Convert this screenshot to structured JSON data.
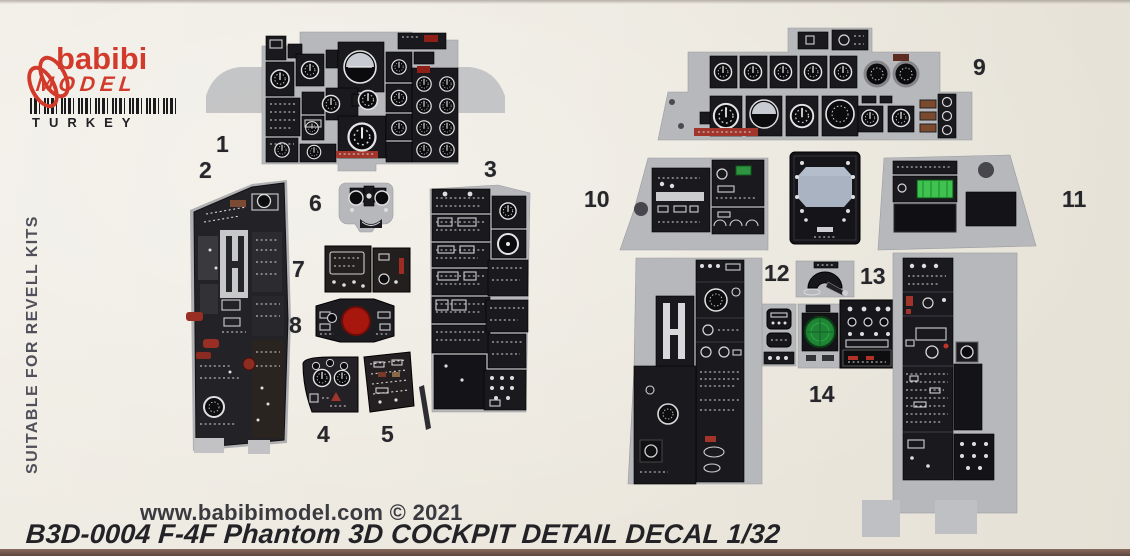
{
  "logo": {
    "brand": "babibi",
    "type": "MODEL",
    "country": "TURKEY"
  },
  "side_note": "SUITABLE FOR REVELL KITS",
  "parts": {
    "p1": "1",
    "p2": "2",
    "p3": "3",
    "p4": "4",
    "p5": "5",
    "p6": "6",
    "p7": "7",
    "p8": "8",
    "p9": "9",
    "p10": "10",
    "p11": "11",
    "p12": "12",
    "p13": "13",
    "p14": "14"
  },
  "footer": {
    "url_line": "www.babibimodel.com © 2021",
    "product_line": "B3D-0004 F-4F Phantom 3D COCKPIT DETAIL DECAL 1/32"
  },
  "colors": {
    "background": "#ebe7dd",
    "brand_red": "#d23b2b",
    "sheet_grey": "#b7b8bb",
    "instrument_black": "#1a191d",
    "accent_red": "#a3150f",
    "scope_green": "#1f8534",
    "display_green": "#3fc24f",
    "radar_screen_blue": "#a9b3c2"
  }
}
